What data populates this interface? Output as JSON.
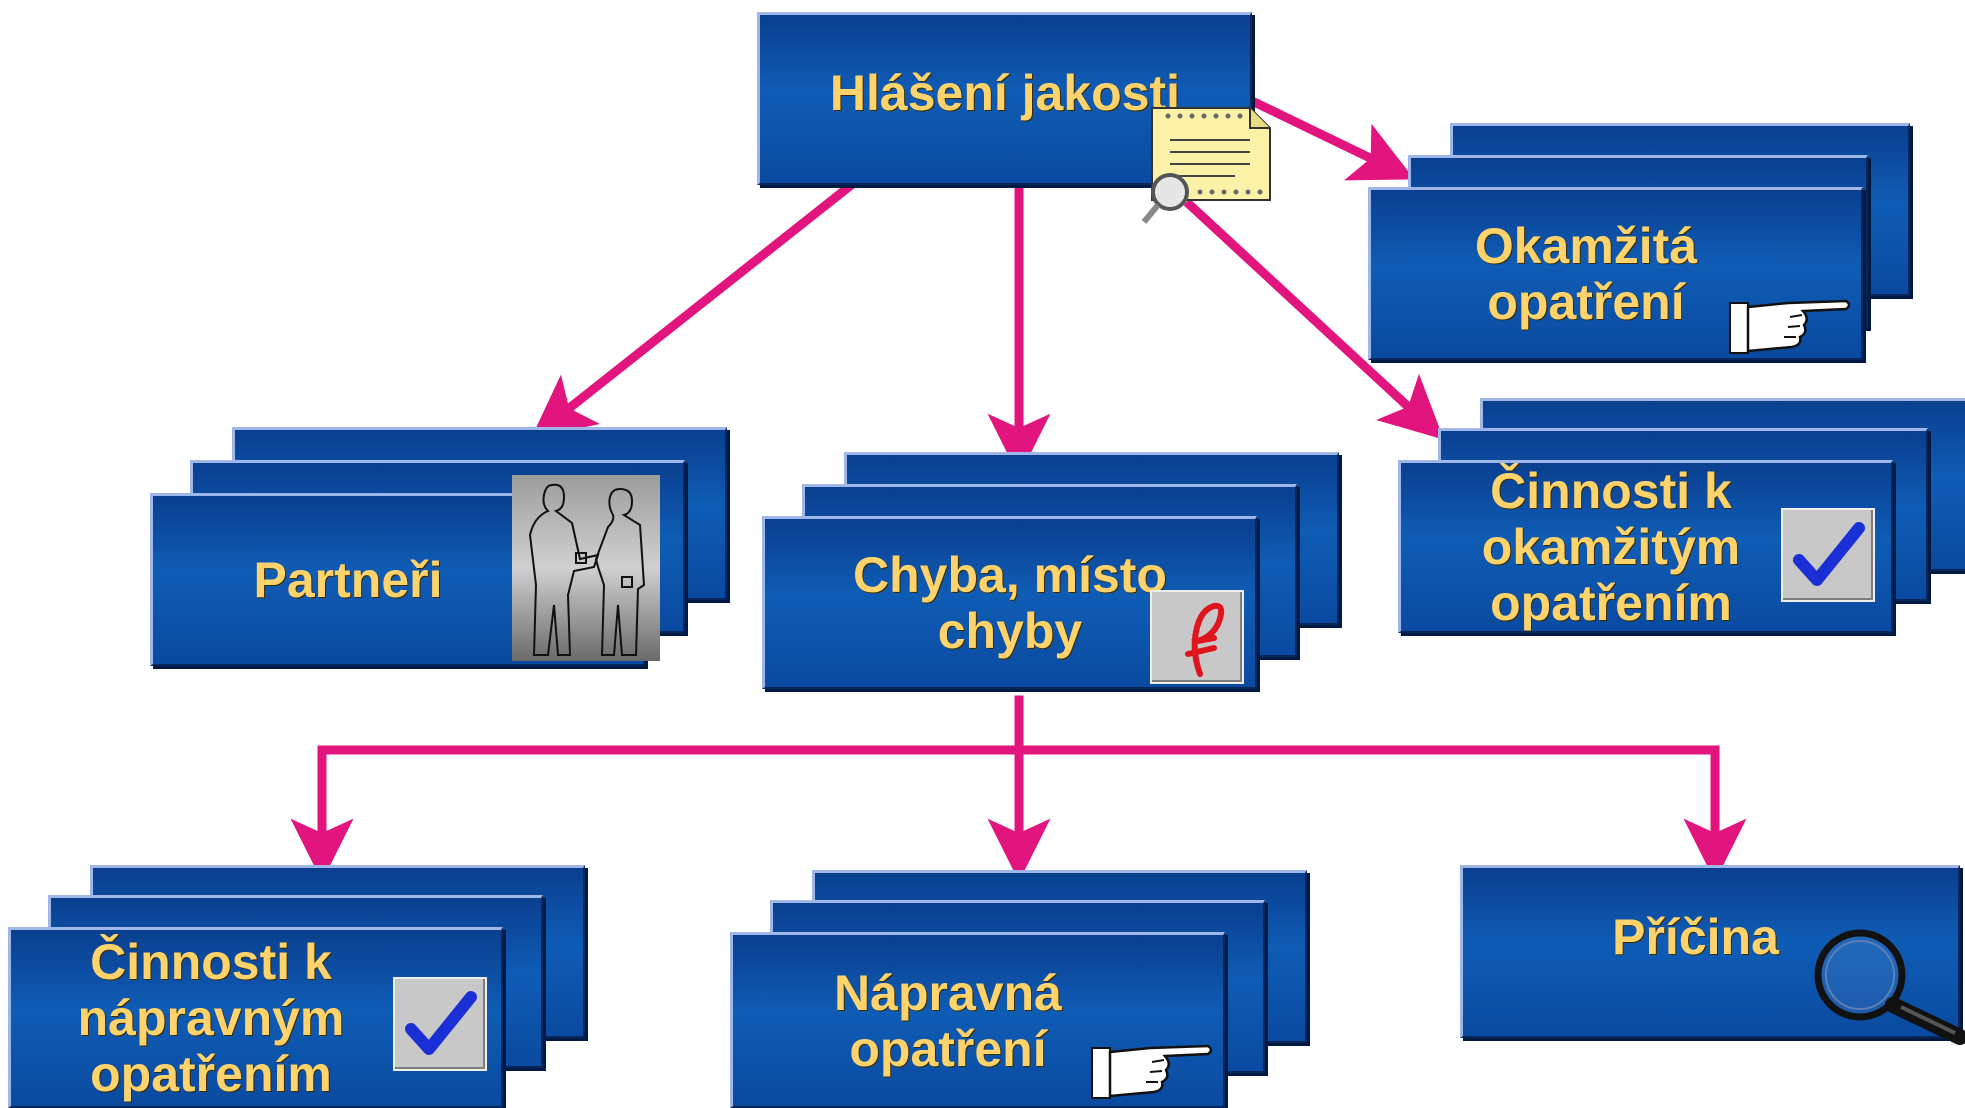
{
  "colors": {
    "box_fill": "#0f5cb5",
    "box_border": "#08265a",
    "label_text": "#ffd36b",
    "connector": "#e2157f",
    "check": "#1a2fd6",
    "pen_mark": "#e0141c"
  },
  "nodes": {
    "quality_report": {
      "label": "Hlášení jakosti",
      "icon": "magnified-document-icon"
    },
    "immediate_measures": {
      "label": "Okamžitá opatření",
      "icon": "pointing-hand-icon"
    },
    "partners": {
      "label": "Partneři",
      "icon": "handshake-silhouette-icon"
    },
    "defect_location": {
      "label": "Chyba, místo chyby",
      "icon": "red-pen-mark-icon"
    },
    "immediate_activities": {
      "label": "Činnosti k okamžitým opatřením",
      "icon": "checkmark-icon"
    },
    "corrective_activities": {
      "label": "Činnosti k nápravným opatřením",
      "icon": "checkmark-icon"
    },
    "corrective_measures": {
      "label": "Nápravná opatření",
      "icon": "pointing-hand-icon"
    },
    "cause": {
      "label": "Příčina",
      "icon": "magnifier-icon"
    }
  }
}
